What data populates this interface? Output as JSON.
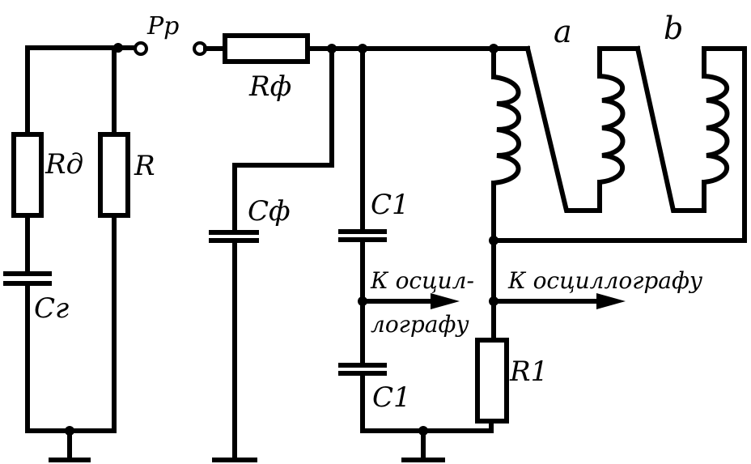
{
  "labels": {
    "spark_gap": "Pр",
    "rd": "Rд",
    "r": "R",
    "cg": "Cг",
    "rf": "Rф",
    "cf": "Cф",
    "c1_top": "C1",
    "c1_bottom": "C1",
    "r1": "R1",
    "a": "a",
    "b": "b",
    "osc_left_line1": "К осцил-",
    "osc_left_line2": "лографу",
    "osc_right": "К осциллографу"
  }
}
